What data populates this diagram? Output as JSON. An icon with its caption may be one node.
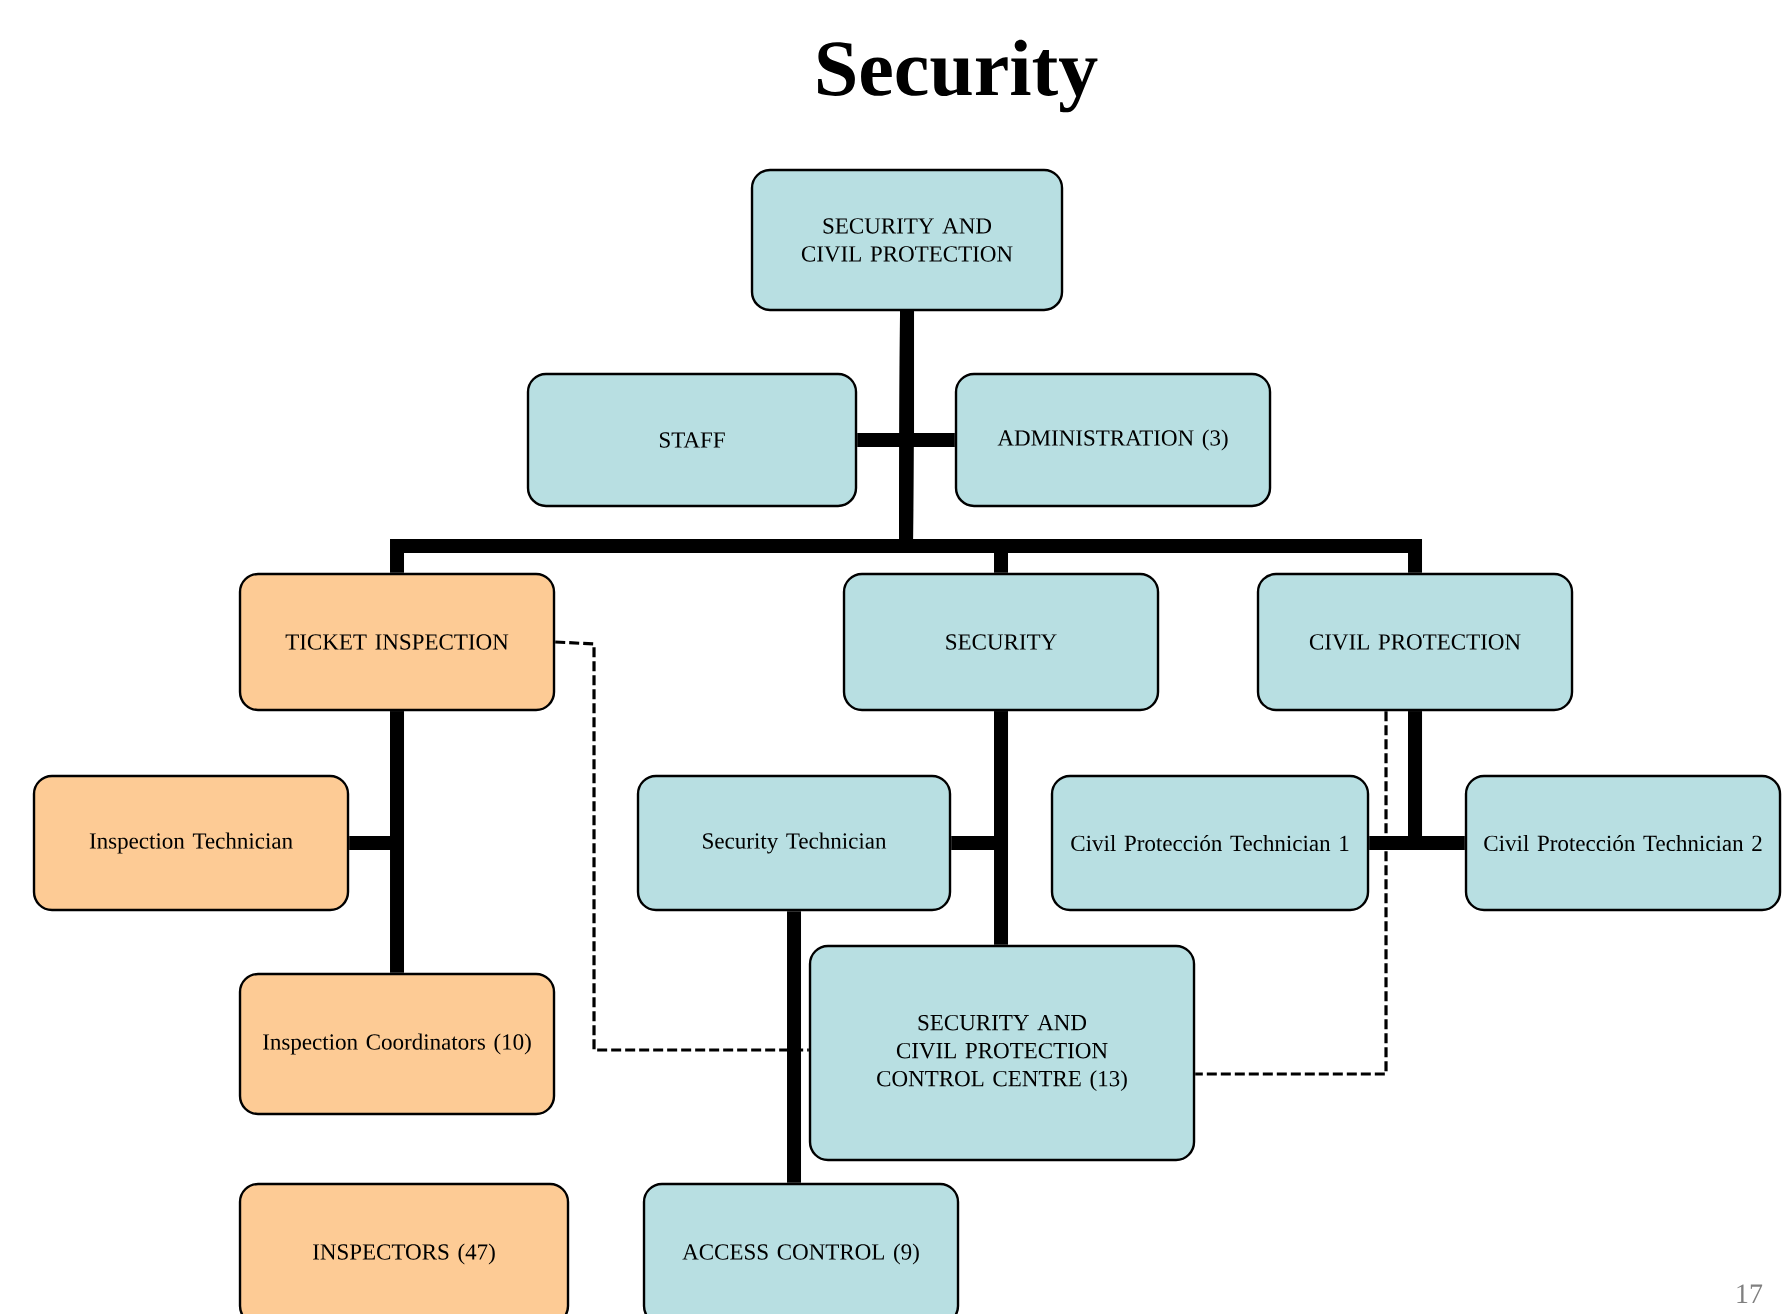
{
  "diagram": {
    "title": "Security",
    "nodes": [
      {
        "text": [
          "SECURITY AND CIVIL PROTECTION"
        ]
      },
      {
        "text": [
          "STAFF"
        ]
      },
      {
        "text": [
          "ADMINISTRATION (3)"
        ]
      },
      {
        "text": [
          "TICKET INSPECTION"
        ]
      },
      {
        "text": [
          "SECURITY"
        ]
      },
      {
        "text": [
          "CIVIL PROTECTION"
        ]
      },
      {
        "text": [
          "Inspection Technician"
        ]
      },
      {
        "text": [
          "Security Technician"
        ]
      },
      {
        "text": [
          "Civil Protección Technician 1"
        ]
      },
      {
        "text": [
          "Civil Protección Technician 2"
        ]
      },
      {
        "text": [
          "Inspection Coordinators (10)"
        ]
      },
      {
        "text": [
          "SECURITY AND CIVIL PROTECTION CONTROL CENTRE (13)"
        ]
      },
      {
        "text": [
          "INSPECTORS (47)"
        ]
      },
      {
        "text": [
          "ACCESS CONTROL (9)"
        ]
      }
    ],
    "edges": [
      {
        "from": 0,
        "to": 1,
        "arrow": "none"
      },
      {
        "from": 0,
        "to": 2,
        "arrow": "none"
      },
      {
        "from": 0,
        "to": 3,
        "arrow": "none"
      },
      {
        "from": 0,
        "to": 4,
        "arrow": "none"
      },
      {
        "from": 0,
        "to": 5,
        "arrow": "none"
      },
      {
        "from": 3,
        "to": 6,
        "arrow": "none"
      },
      {
        "from": 3,
        "to": 10,
        "arrow": "none"
      },
      {
        "from": 4,
        "to": 7,
        "arrow": "none"
      },
      {
        "from": 4,
        "to": 11,
        "arrow": "none"
      },
      {
        "from": 5,
        "to": 8,
        "arrow": "none"
      },
      {
        "from": 5,
        "to": 9,
        "arrow": "none"
      },
      {
        "from": 7,
        "to": 13,
        "arrow": "none"
      },
      {
        "from": 3,
        "to": 11,
        "arrow": "none",
        "style": "dashed"
      },
      {
        "from": 5,
        "to": 11,
        "arrow": "none",
        "style": "dashed"
      }
    ],
    "labels": [
      "17"
    ]
  }
}
